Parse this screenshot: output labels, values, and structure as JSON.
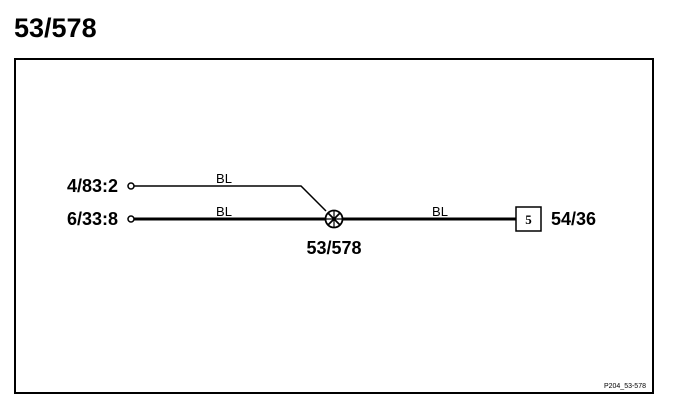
{
  "page": {
    "title": "53/578"
  },
  "connectors": {
    "top_left": "4/83:2",
    "bottom_left": "6/33:8",
    "right": "54/36",
    "right_pin": "5"
  },
  "wires": {
    "top_color": "BL",
    "bottom_color": "BL",
    "right_color": "BL"
  },
  "splice": {
    "label": "53/578"
  },
  "footer": {
    "ref": "P204_53-578"
  },
  "colors": {
    "line": "#000000",
    "background": "#ffffff"
  }
}
